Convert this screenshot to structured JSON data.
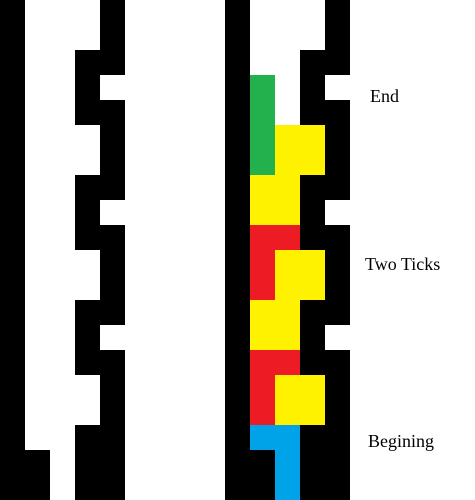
{
  "labels": {
    "end": "End",
    "two_ticks": "Two Ticks",
    "beginning": "Begining"
  },
  "colors": {
    "background": "#ffffff",
    "track": "#000000",
    "green": "#22b14c",
    "yellow": "#fff200",
    "red": "#ed1c24",
    "blue": "#00a2e8"
  }
}
